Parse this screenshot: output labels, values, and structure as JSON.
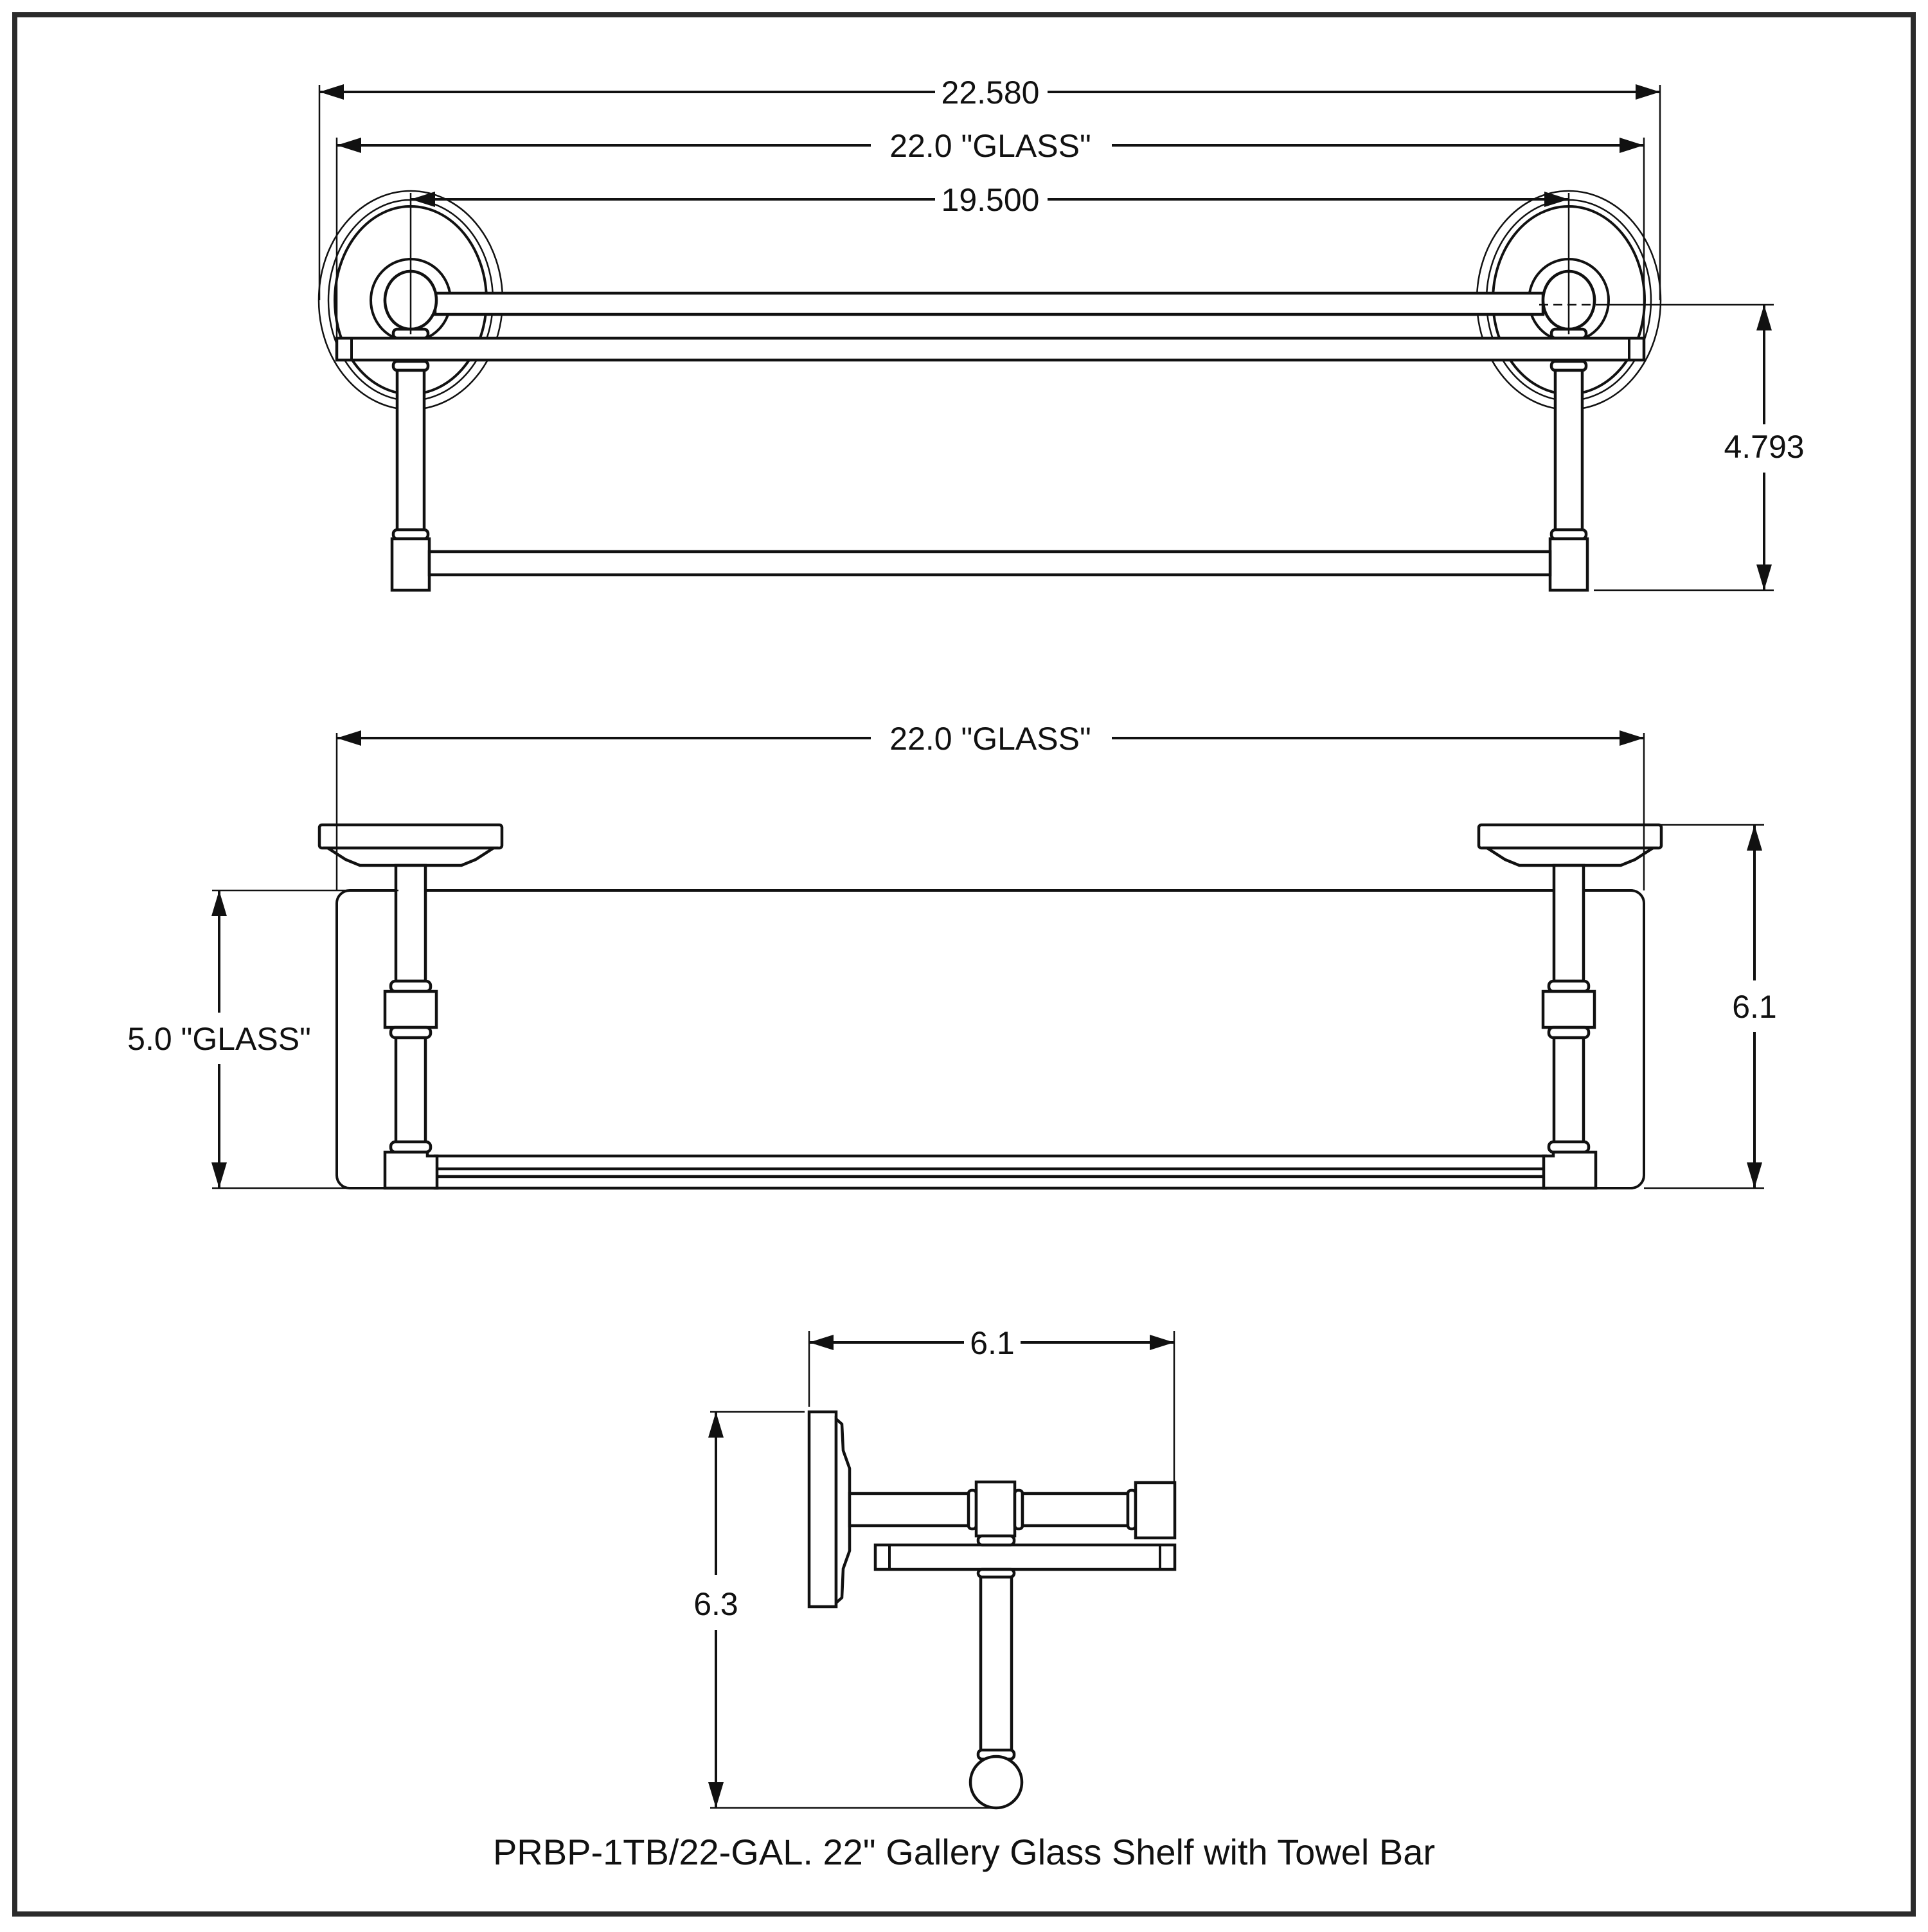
{
  "drawing": {
    "title": "PRBP-1TB/22-GAL. 22\" Gallery Glass Shelf with Towel Bar",
    "colors": {
      "line": "#111111",
      "background": "#ffffff",
      "border": "#2b2b2b"
    },
    "top_view": {
      "dimensions": {
        "overall_width": "22.580",
        "glass_width": "22.0 \"GLASS\"",
        "mount_centers": "19.500",
        "height_to_towel_bar": "4.793"
      }
    },
    "front_view": {
      "dimensions": {
        "glass_width": "22.0 \"GLASS\"",
        "glass_depth": "5.0 \"GLASS\"",
        "overall_depth": "6.1"
      }
    },
    "side_view": {
      "dimensions": {
        "projection": "6.1",
        "overall_height": "6.3"
      }
    }
  }
}
